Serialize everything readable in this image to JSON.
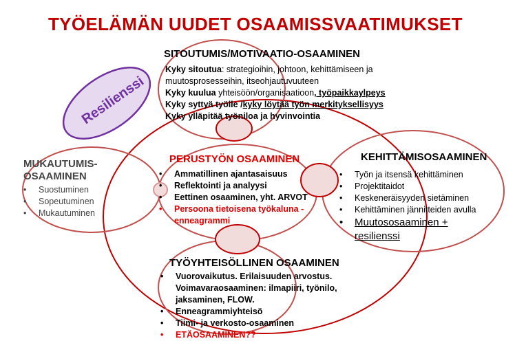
{
  "title": "TYÖELÄMÄN UUDET OSAAMISSVAATIMUKSET",
  "resilience_label": "Resilienssi",
  "sitoutumis": {
    "heading": "SITOUTUMIS/MOTIVAATIO-OSAAMINEN",
    "l1_bold": "Kyky sitoutua",
    "l1_rest": ": strategioihin, johtoon,   kehittämiseen ja",
    "l2": "muutosprosesseihin, itseohjautuvuuteen",
    "l3_bold": "Kyky kuulua",
    "l3_rest": " yhteisöön/organisaatioon",
    "l3_underlined": ", työpaikkaylpeys",
    "l4_bold": "Kyky syttyä työlle /",
    "l4_underlined": "kyky  löytää työn merkityksellisyys",
    "l5": "Kyky ylläpitää työniloa ja hyvinvointia"
  },
  "mukautumis": {
    "heading1": "MUKAUTUMIS-",
    "heading2": "OSAAMINEN",
    "items": [
      "Suostuminen",
      "Sopeutuminen",
      "Mukautuminen"
    ]
  },
  "perustyon": {
    "heading": "PERUSTYÖN  OSAAMINEN",
    "items": [
      "Ammatillinen ajantasaisuus",
      "Reflektointi ja analyysi",
      "Eettinen osaaminen, yht. ARVOT"
    ],
    "red_item_1": "Persoona  tietoisena työkaluna -",
    "red_item_2": "enneagrammi"
  },
  "kehittamis": {
    "heading": "KEHITTÄMISOSAAMINEN",
    "items": [
      "Työn ja itsensä kehittäminen",
      "Projektitaidot",
      "Keskeneräisyyden sietäminen",
      "Kehittäminen jännitteiden avulla"
    ],
    "last_1": "Muutososaaminen  +",
    "last_2": "resilienssi"
  },
  "tyoyhteisollinen": {
    "heading": "TYÖYHTEISÖLLINEN OSAAMINEN",
    "l1": "Vuorovaikutus. Erilaisuuden arvostus.",
    "l2": "Voimavaraosaaminen: ilmapiiri, työnilo,",
    "l3": "jaksaminen, FLOW.",
    "items": [
      "Enneagrammiyhteisö",
      "Tiimi- ja verkosto-osaaminen"
    ],
    "red_item": "ETÄOSAAMINEN??"
  },
  "bullet": "•",
  "colors": {
    "title": "#c00000",
    "ring": "#c0504d",
    "big_ring": "#c00000",
    "node_fill": "#f2dcdb",
    "resilience": "#7030a0",
    "resilience_fill": "#e6d9f0"
  }
}
